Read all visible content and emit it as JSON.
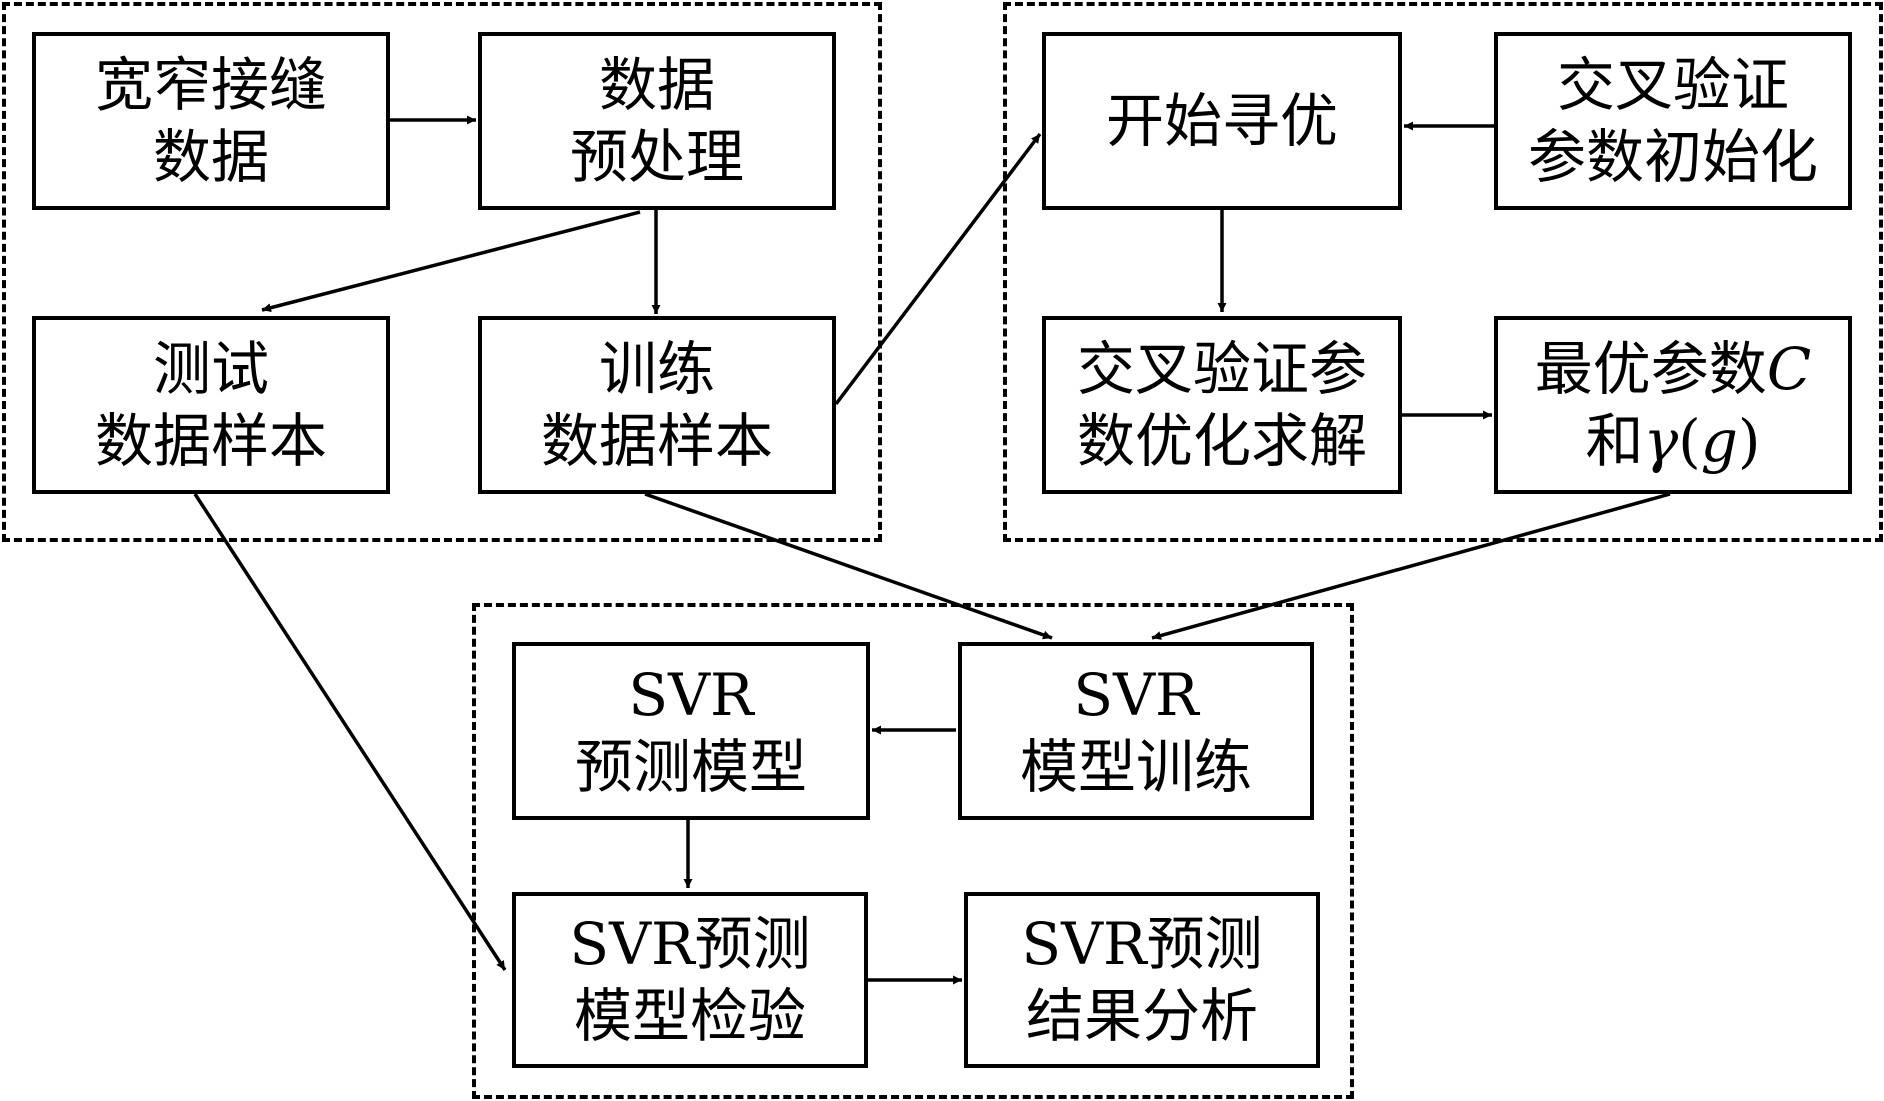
{
  "nodes": {
    "wide_gap_data": {
      "lines": [
        "宽窄接缝",
        "数据"
      ]
    },
    "preprocess": {
      "lines": [
        "数据",
        "预处理"
      ]
    },
    "test_samples": {
      "lines": [
        "测试",
        "数据样本"
      ]
    },
    "train_samples": {
      "lines": [
        "训练",
        "数据样本"
      ]
    },
    "start_opt": {
      "lines": [
        "开始寻优"
      ]
    },
    "cv_init": {
      "lines": [
        "交叉验证",
        "参数初始化"
      ]
    },
    "cv_solve": {
      "lines": [
        "交叉验证参",
        "数优化求解"
      ]
    },
    "best_params": {
      "line1_pre": "最优参数",
      "line1_var": "C",
      "line2_pre": "和",
      "line2_var1": "γ",
      "line2_mid": "(",
      "line2_var2": "g",
      "line2_post": ")"
    },
    "svr_model": {
      "lines": [
        "SVR",
        "预测模型"
      ]
    },
    "svr_train": {
      "lines": [
        "SVR",
        "模型训练"
      ]
    },
    "svr_check": {
      "lines": [
        "SVR预测",
        "模型检验"
      ]
    },
    "svr_result": {
      "lines": [
        "SVR预测",
        "结果分析"
      ]
    }
  }
}
